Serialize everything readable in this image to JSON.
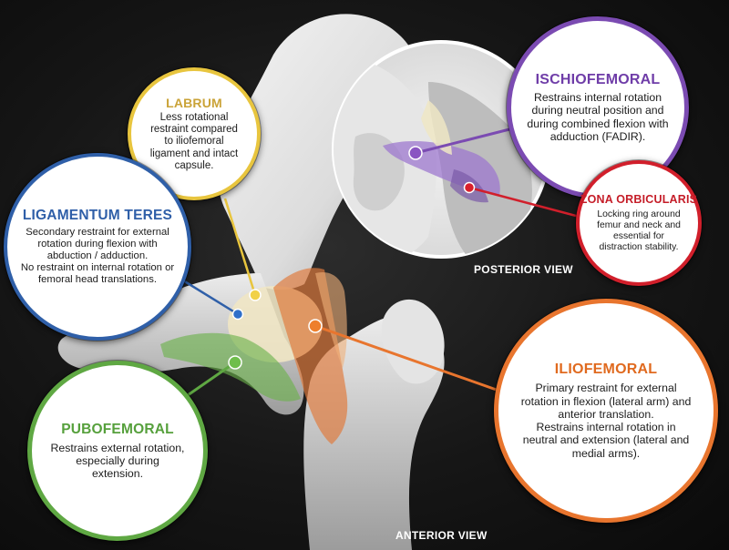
{
  "callouts": {
    "labrum": {
      "title": "LABRUM",
      "text": "Less rotational restraint compared to iliofemoral ligament and intact capsule.",
      "color": "#e8c53e"
    },
    "ligamentum_teres": {
      "title": "LIGAMENTUM TERES",
      "text_1": "Secondary restraint for external rotation during flexion with abduction / adduction.",
      "text_2": "No restraint on internal rotation or femoral head translations.",
      "color": "#2f5fa8"
    },
    "ischiofemoral": {
      "title": "ISCHIOFEMORAL",
      "text": "Restrains internal rotation during neutral position and during combined flexion with adduction (FADIR).",
      "color": "#7b4bb2"
    },
    "zona_orbicularis": {
      "title": "ZONA ORBICULARIS",
      "text": "Locking ring around femur and neck and essential for distraction stability.",
      "color": "#d11f2b"
    },
    "iliofemoral": {
      "title": "ILIOFEMORAL",
      "text_1": "Primary restraint for external rotation in flexion (lateral arm) and anterior translation.",
      "text_2": "Restrains internal rotation in neutral and extension (lateral and medial arms).",
      "color": "#e8752e"
    },
    "pubofemoral": {
      "title": "PUBOFEMORAL",
      "text": "Restrains external rotation, especially during extension.",
      "color": "#5fa843"
    }
  },
  "views": {
    "posterior": "POSTERIOR VIEW",
    "anterior": "ANTERIOR VIEW"
  }
}
